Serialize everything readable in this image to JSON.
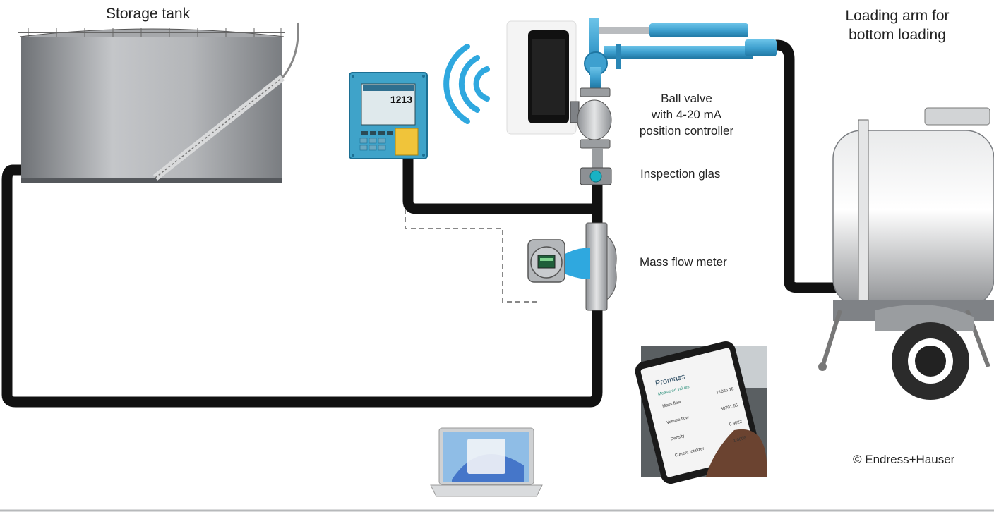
{
  "labels": {
    "storage_tank": "Storage tank",
    "loading_arm_line1": "Loading arm for",
    "loading_arm_line2": "bottom loading",
    "ball_valve_line1": "Ball valve",
    "ball_valve_line2": "with 4-20 mA",
    "ball_valve_line3": "position controller",
    "inspection_glass": "Inspection glas",
    "mass_flow_meter": "Mass flow meter",
    "copyright": "© Endress+Hauser"
  },
  "batch_controller": {
    "display_value": "1213"
  },
  "smartphone_app": {
    "title": "Promass",
    "section": "Measured values",
    "rows": [
      {
        "name": "Mass flow",
        "value": "71026.18"
      },
      {
        "name": "Volume flow",
        "value": "88701.55"
      },
      {
        "name": "Density",
        "value": "0.8022"
      },
      {
        "name": "Current totalizer",
        "value": "1.0006"
      }
    ]
  },
  "colors": {
    "pipe": "#111111",
    "arm_blue": "#3ea0cf",
    "tank_gray": "#9b9ea2",
    "wifi_blue": "#2fa8df",
    "controller_blue": "#3fa3c9",
    "keypad_yellow": "#f0c43a",
    "signal_dashed": "#888888"
  },
  "icons": [
    "wifi-signal-icon",
    "smartphone-icon",
    "laptop-icon"
  ]
}
